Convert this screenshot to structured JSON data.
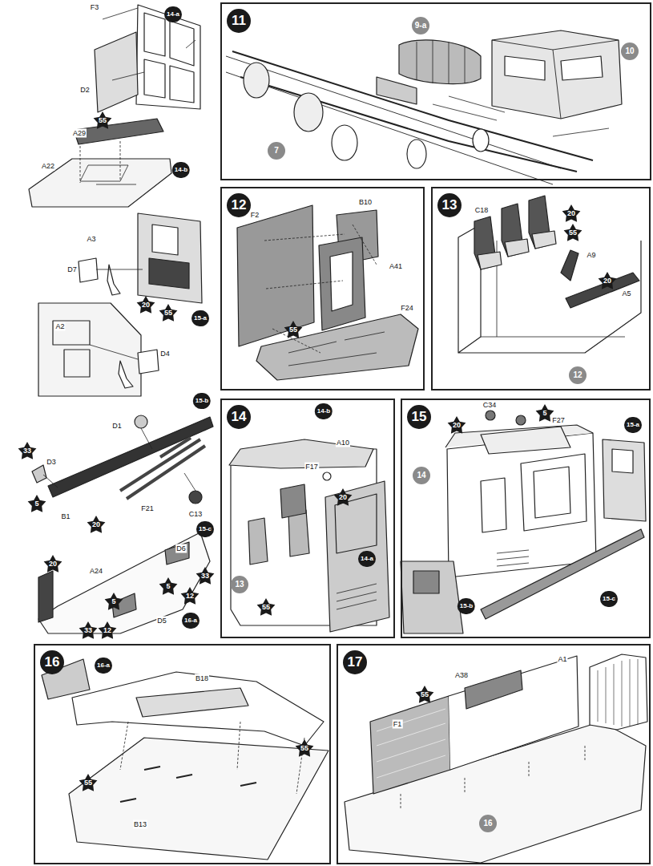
{
  "diagram": {
    "nodes": [
      {
        "text": [
          "11"
        ]
      },
      {
        "text": [
          "12"
        ]
      },
      {
        "text": [
          "13"
        ]
      },
      {
        "text": [
          "14"
        ]
      },
      {
        "text": [
          "15"
        ]
      },
      {
        "text": [
          "16"
        ]
      },
      {
        "text": [
          "17"
        ]
      }
    ],
    "labels": [
      "F3",
      "14-a",
      "D2",
      "55",
      "A29",
      "A22",
      "14-b",
      "A3",
      "D7",
      "20",
      "55",
      "15-a",
      "A2",
      "D4",
      "15-b",
      "D1",
      "33",
      "D3",
      "5",
      "B1",
      "20",
      "F21",
      "C13",
      "15-c",
      "D6",
      "20",
      "A24",
      "5",
      "33",
      "12",
      "5",
      "33",
      "12",
      "D5",
      "16-a",
      "9-a",
      "10",
      "7",
      "F2",
      "B10",
      "A41",
      "55",
      "F24",
      "C18",
      "20",
      "55",
      "A9",
      "20",
      "A5",
      "12",
      "14-b",
      "A10",
      "F17",
      "20",
      "13",
      "55",
      "14-a",
      "C34",
      "5",
      "20",
      "F27",
      "15-a",
      "14",
      "15-c",
      "15-b",
      "16-a",
      "B18",
      "55",
      "55",
      "B13",
      "A1",
      "A38",
      "55",
      "F1",
      "16"
    ]
  }
}
